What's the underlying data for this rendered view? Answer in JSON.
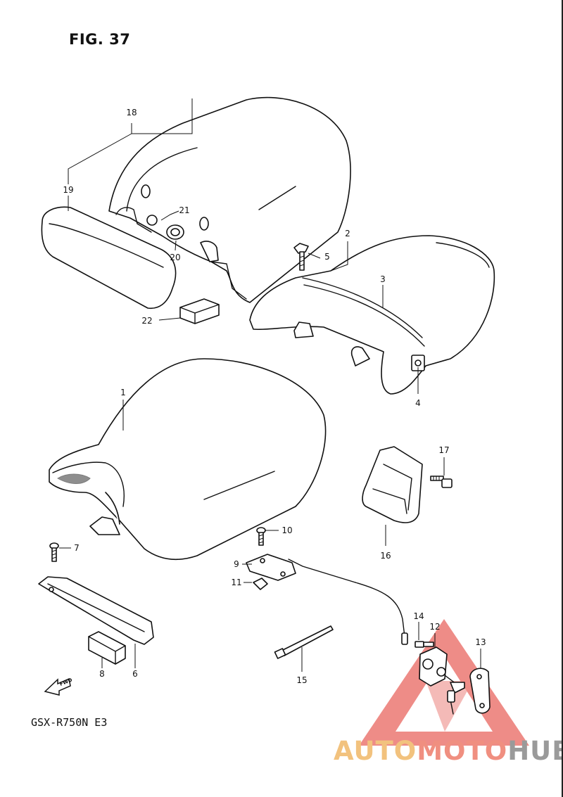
{
  "figure": {
    "title": "FIG. 37",
    "model": "GSX-R750N E3"
  },
  "callouts": {
    "c1": "1",
    "c2": "2",
    "c3": "3",
    "c4": "4",
    "c5": "5",
    "c6": "6",
    "c7": "7",
    "c8": "8",
    "c9": "9",
    "c10": "10",
    "c11": "11",
    "c12": "12",
    "c13": "13",
    "c14": "14",
    "c15": "15",
    "c16": "16",
    "c17": "17",
    "c18": "18",
    "c19": "19",
    "c20": "20",
    "c21": "21",
    "c22": "22"
  },
  "fwd_arrow": {
    "label": "FWD"
  },
  "watermark": {
    "part_a": "AUTO",
    "part_b": "MOTO",
    "part_c": "HUB",
    "colors": {
      "triangle": "#e8605a",
      "auto": "#f2c27e",
      "moto": "#f08f80",
      "hub": "#9a9a9a"
    }
  }
}
